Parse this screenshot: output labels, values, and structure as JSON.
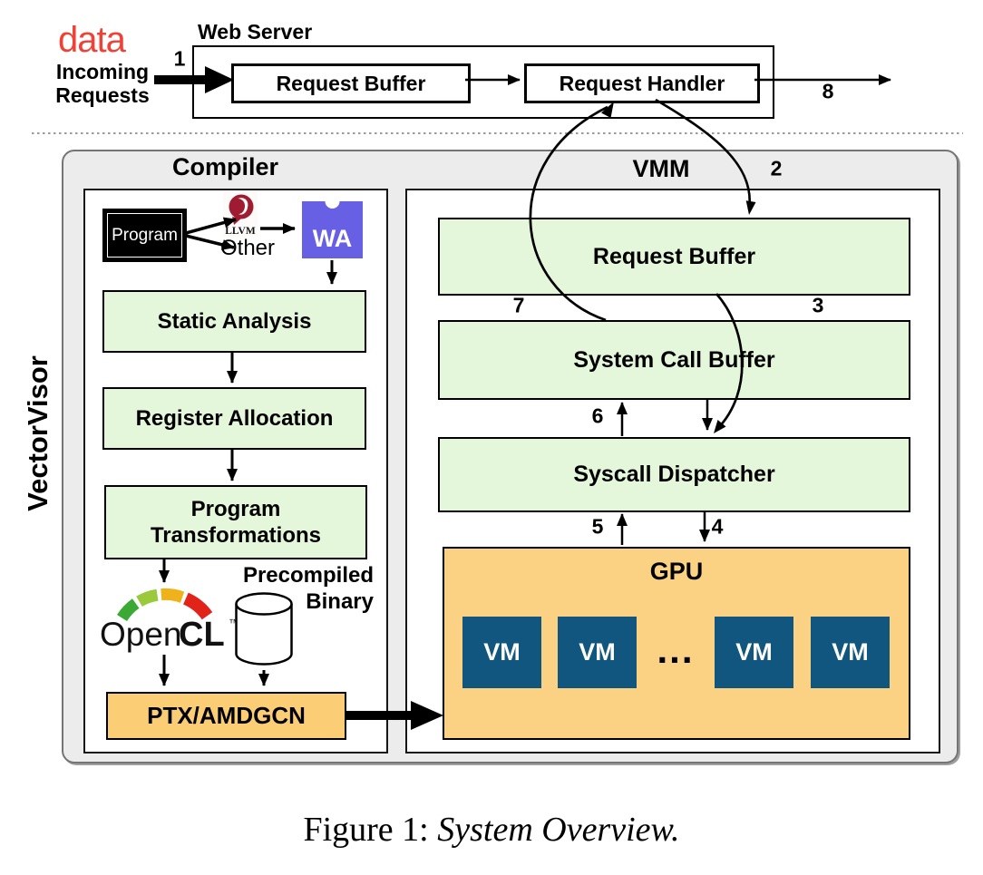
{
  "top": {
    "data_label": "data",
    "incoming_label": "Incoming\nRequests",
    "web_server": {
      "title": "Web Server",
      "request_buffer": "Request Buffer",
      "request_handler": "Request Handler"
    }
  },
  "steps": {
    "s1": "1",
    "s2": "2",
    "s3": "3",
    "s4": "4",
    "s5": "5",
    "s6": "6",
    "s7": "7",
    "s8": "8"
  },
  "vectorvisor": {
    "label": "VectorVisor",
    "compiler": {
      "title": "Compiler",
      "program_label": "Program",
      "llvm_label": "LLVM",
      "other_label": "Other",
      "wasm_label": "WA",
      "stages": {
        "static_analysis": "Static Analysis",
        "register_allocation": "Register Allocation",
        "program_transformations": "Program\nTransformations"
      },
      "opencl_word_light": "Open",
      "opencl_word_bold": "CL",
      "opencl_tm": "™",
      "precompiled_label": "Precompiled\nBinary",
      "output_label": "PTX/AMDGCN"
    },
    "vmm": {
      "title": "VMM",
      "request_buffer": "Request Buffer",
      "system_call_buffer": "System Call Buffer",
      "syscall_dispatcher": "Syscall Dispatcher",
      "gpu": {
        "title": "GPU",
        "vm_label": "VM",
        "ellipsis": "..."
      }
    }
  },
  "caption": {
    "prefix": "Figure 1: ",
    "title_italic": "System Overview."
  },
  "colors": {
    "data_red": "#ef4136",
    "stage_green": "#e5f7da",
    "gpu_orange": "#fbd283",
    "ptx_orange": "#fbce75",
    "vm_blue": "#11567f",
    "wasm_purple": "#6760e4",
    "llvm_maroon": "#9e1b32",
    "opencl_arc_green": "#3aaa35",
    "opencl_arc_lightgreen": "#9aca3c",
    "opencl_arc_amber": "#f0b21b",
    "opencl_arc_red": "#e2231a"
  }
}
